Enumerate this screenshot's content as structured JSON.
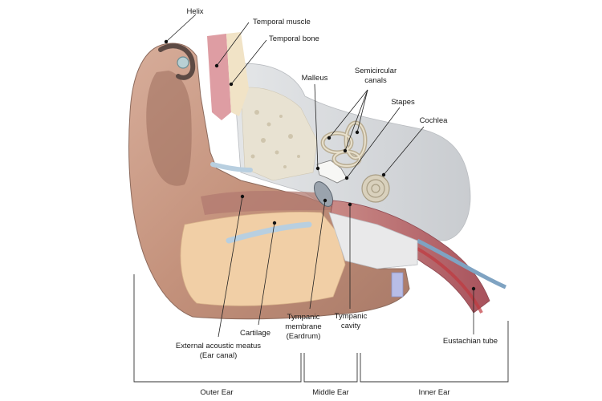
{
  "labels": {
    "helix": "Helix",
    "temporal_muscle": "Temporal muscle",
    "temporal_bone": "Temporal bone",
    "malleus": "Malleus",
    "semicircular_1": "Semicircular",
    "semicircular_2": "canals",
    "stapes": "Stapes",
    "cochlea": "Cochlea",
    "ext_meatus_1": "External acoustic meatus",
    "ext_meatus_2": "(Ear canal)",
    "cartilage": "Cartilage",
    "tympanic_membrane_1": "Tympanic",
    "tympanic_membrane_2": "membrane",
    "tympanic_membrane_3": "(Eardrum)",
    "tympanic_cavity_1": "Tympanic",
    "tympanic_cavity_2": "cavity",
    "eustachian_tube": "Eustachian tube"
  },
  "sections": {
    "outer_ear": "Outer Ear",
    "middle_ear": "Middle Ear",
    "inner_ear": "Inner Ear"
  }
}
